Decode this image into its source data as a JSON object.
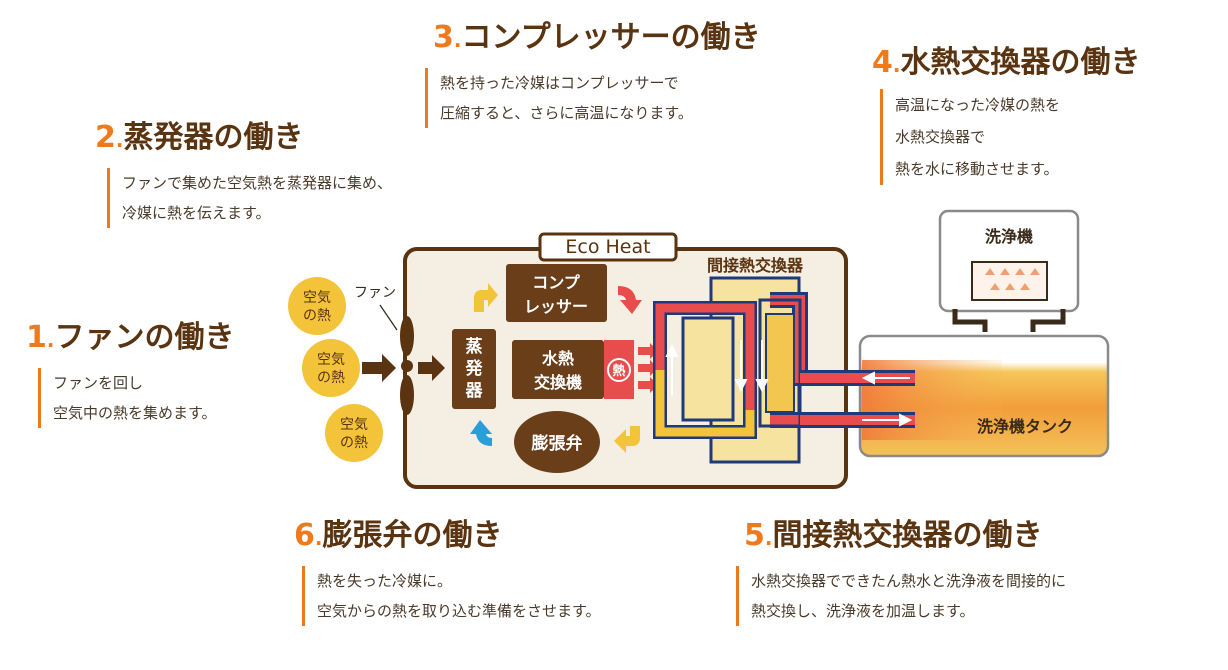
{
  "steps": {
    "s1": {
      "num": "1",
      "dot": ".",
      "title": "ファンの働き",
      "lines": [
        "ファンを回し",
        "空気中の熱を集めます。"
      ]
    },
    "s2": {
      "num": "2",
      "dot": ".",
      "title": "蒸発器の働き",
      "lines": [
        "ファンで集めた空気熱を蒸発器に集め、",
        "冷媒に熱を伝えます。"
      ]
    },
    "s3": {
      "num": "3",
      "dot": ".",
      "title": "コンプレッサーの働き",
      "lines": [
        "熱を持った冷媒はコンプレッサーで",
        "圧縮すると、さらに高温になります。"
      ]
    },
    "s4": {
      "num": "4",
      "dot": ".",
      "title": "水熱交換器の働き",
      "lines": [
        "高温になった冷媒の熱を",
        "水熱交換器で",
        "熱を水に移動させます。"
      ]
    },
    "s5": {
      "num": "5",
      "dot": ".",
      "title": "間接熱交換器の働き",
      "lines": [
        "水熱交換器でできたん熱水と洗浄液を間接的に",
        "熱交換し、洗浄液を加温します。"
      ]
    },
    "s6": {
      "num": "6",
      "dot": ".",
      "title": "膨張弁の働き",
      "lines": [
        "熱を失った冷媒に。",
        "空気からの熱を取り込む準備をさせます。"
      ]
    }
  },
  "diagram": {
    "eco_heat": "Eco Heat",
    "air_heat": [
      "空気",
      "の熱"
    ],
    "fan": "ファン",
    "evaporator": [
      "蒸",
      "発",
      "器"
    ],
    "compressor": [
      "コンプ",
      "レッサー"
    ],
    "water_hx": [
      "水熱",
      "交換機"
    ],
    "heat_badge": "熱",
    "expansion_valve": "膨張弁",
    "indirect_hx": "間接熱交換器",
    "washer": "洗浄機",
    "washer_tank": "洗浄機タンク"
  },
  "colors": {
    "accent": "#ef7a1c",
    "brown": "#5a3310",
    "red": "#e84c4c",
    "navy": "#1e3a7a",
    "cream": "#f5efe3",
    "yellow": "#f3c650"
  }
}
